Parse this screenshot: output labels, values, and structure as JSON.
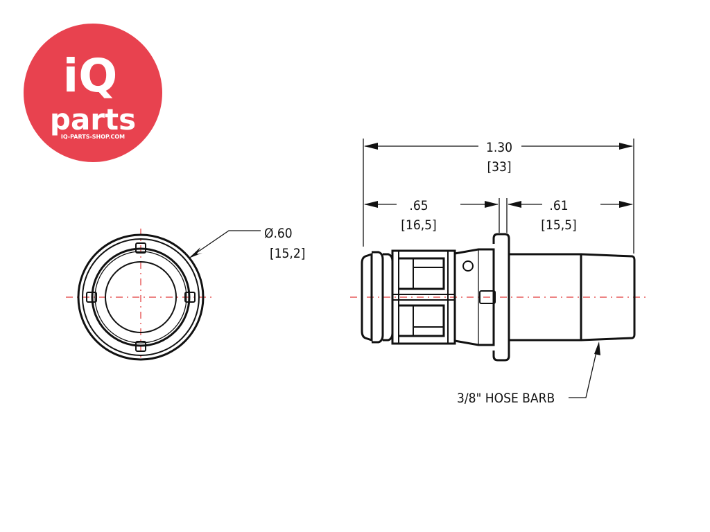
{
  "logo": {
    "mark": "iQ",
    "word": "parts",
    "url": "IQ-PARTS-SHOP.COM",
    "color": "#e8424f"
  },
  "end_view": {
    "diameter_in": "Ø.60",
    "diameter_mm": "[15,2]"
  },
  "side_view": {
    "overall_in": "1.30",
    "overall_mm": "[33]",
    "left_in": ".65",
    "left_mm": "[16,5]",
    "right_in": ".61",
    "right_mm": "[15,5]",
    "callout": "3/8\" HOSE BARB"
  },
  "colors": {
    "line": "#111111",
    "centerline": "#e23a3a"
  }
}
